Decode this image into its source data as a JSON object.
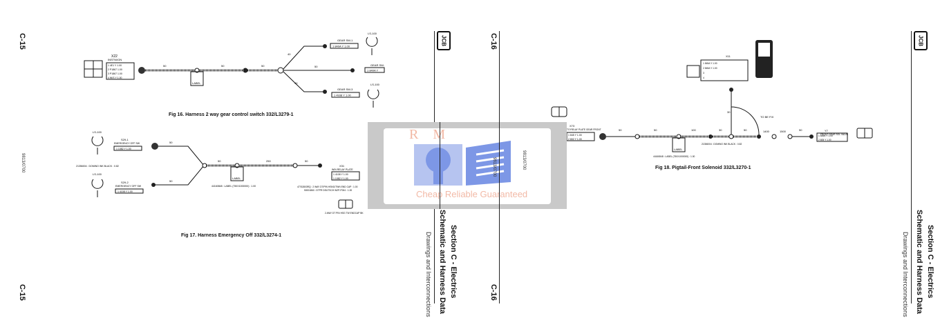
{
  "left_page": {
    "page_number": "C-15",
    "doc_number": "9813/0700",
    "header": {
      "section": "Section C - Electrics",
      "title": "Schematic and Harness Data",
      "subtitle": "Drawings and Interconnections"
    },
    "fig16": {
      "caption": "Fig 16. Harness 2 way gear control switch 332/L3279-1",
      "connector": "X22",
      "connector_desc": "INSTN/IGN",
      "pins": [
        "1  4E1 Y 1.00",
        "2  P1867 1.00",
        "3  P1867 1.00",
        "4  W/S Y 1.00"
      ],
      "lengths": [
        "50",
        "50",
        "50",
        "40",
        "50",
        "40"
      ],
      "label": "LABEL",
      "gear_sw_1": "GEAR SW-1",
      "gear_sw_1_wire": "1  840A Y 1.00",
      "gear_sw_2": "GEAR SW-",
      "gear_sw_2_wire": "1  840A Y",
      "gear_sw_3": "GEAR SW-3",
      "gear_sw_3_wire": "1  4938 Y 1.00",
      "ls_top": "LS-100",
      "ls_bottom": "LS-100"
    },
    "fig17": {
      "caption": "Fig 17. Harness Emergency Off 332/L3274-1",
      "s29_1": "S29-1",
      "s29_1_desc": "EMERGENCY OFF SW",
      "s29_1_wire": "1  1082 Y 1.00",
      "s29_2": "S29-2",
      "s29_2_desc": "EMERGENCY OFF SW",
      "s29_2_wire": "1  4108 Y 1.00",
      "ls_top": "LS-100",
      "ls_bottom": "LS-100",
      "splice": "21356004 : DOMINO INK BLACK : 0.82",
      "label": "LABEL",
      "label_part": "44160848 : LABEL (750X1000000) : 1.00",
      "lengths": [
        "50",
        "50",
        "50",
        "250",
        "50"
      ],
      "x31": "X31",
      "x31_desc": "W/N RELAY PLATE",
      "x31_pins": [
        "1  4108 Y 1.00",
        "1  1082 Y 1.00"
      ],
      "x31_part1": "47762803RQ : 2 WAY DT/PIN HSNG/TWN END CAP : 1.00",
      "x31_part2": "50001860 : DTPR DEUTSCH W2P-P004 : 1.00",
      "conn_note": "2-WAY DT PIN HSG TW ENDCAP BK"
    }
  },
  "right_page": {
    "page_number": "C-16",
    "doc_number": "9813/0700",
    "header": {
      "section": "Section C - Electrics",
      "title": "Schematic and Harness Data",
      "subtitle": "Drawings and Interconnections"
    },
    "fig18": {
      "caption": "Fig 18. Pigtail-Front Solenoid 332/L3270-1",
      "x73": "X73",
      "x73_desc": "TO RELAY PLATE GEAR FRONT",
      "x73_pins": [
        "1  845 Y 1.00",
        "2  802 Y 1.00"
      ],
      "lengths": [
        "50",
        "50",
        "100",
        "30",
        "50",
        "1400",
        "1500",
        "50",
        "30"
      ],
      "label": "LABEL",
      "label_part": "44160848 : LABEL (750X1000000) : 1.00",
      "splice": "21356004 : DOMINO INK BLACK : 0.82",
      "top_conn": "X11",
      "top_pins": [
        "1  845A Y 1.00",
        "2  845A Y 1.00",
        "3",
        "4"
      ],
      "to_be_fix": "TO BE FIX",
      "y7": "Y7",
      "y7_desc": "FRONT GEAR SOL VALVE",
      "y7_pins": [
        "1  845B Y 1.00",
        "2  805 Y 1.00"
      ]
    }
  },
  "watermark": {
    "brand": "R M",
    "tagline": "Cheap Reliable Guaranteed",
    "doc_number": "9813/0700"
  }
}
